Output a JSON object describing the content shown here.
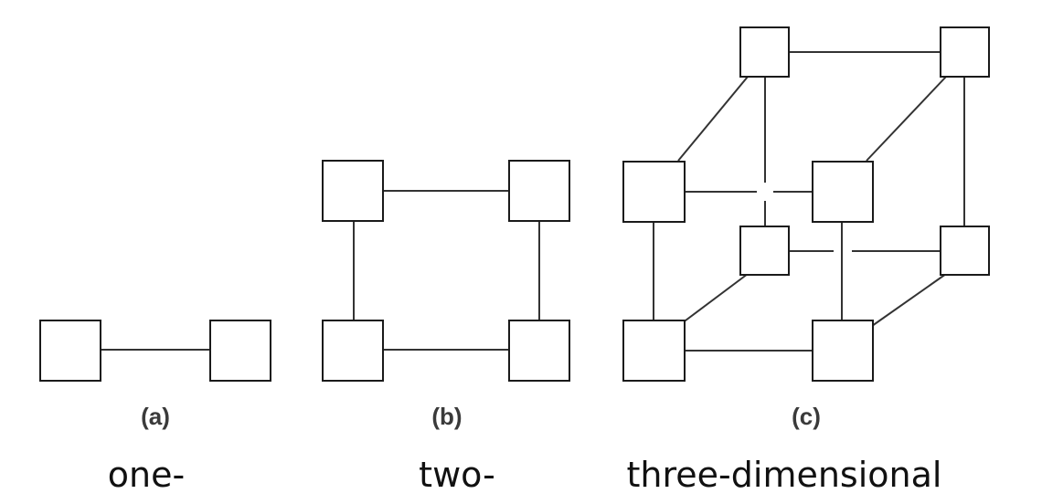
{
  "panels": {
    "a": {
      "label": "(a)",
      "caption": "one-"
    },
    "b": {
      "label": "(b)",
      "caption": "two-"
    },
    "c": {
      "label": "(c)",
      "caption": "three-dimensional"
    }
  }
}
